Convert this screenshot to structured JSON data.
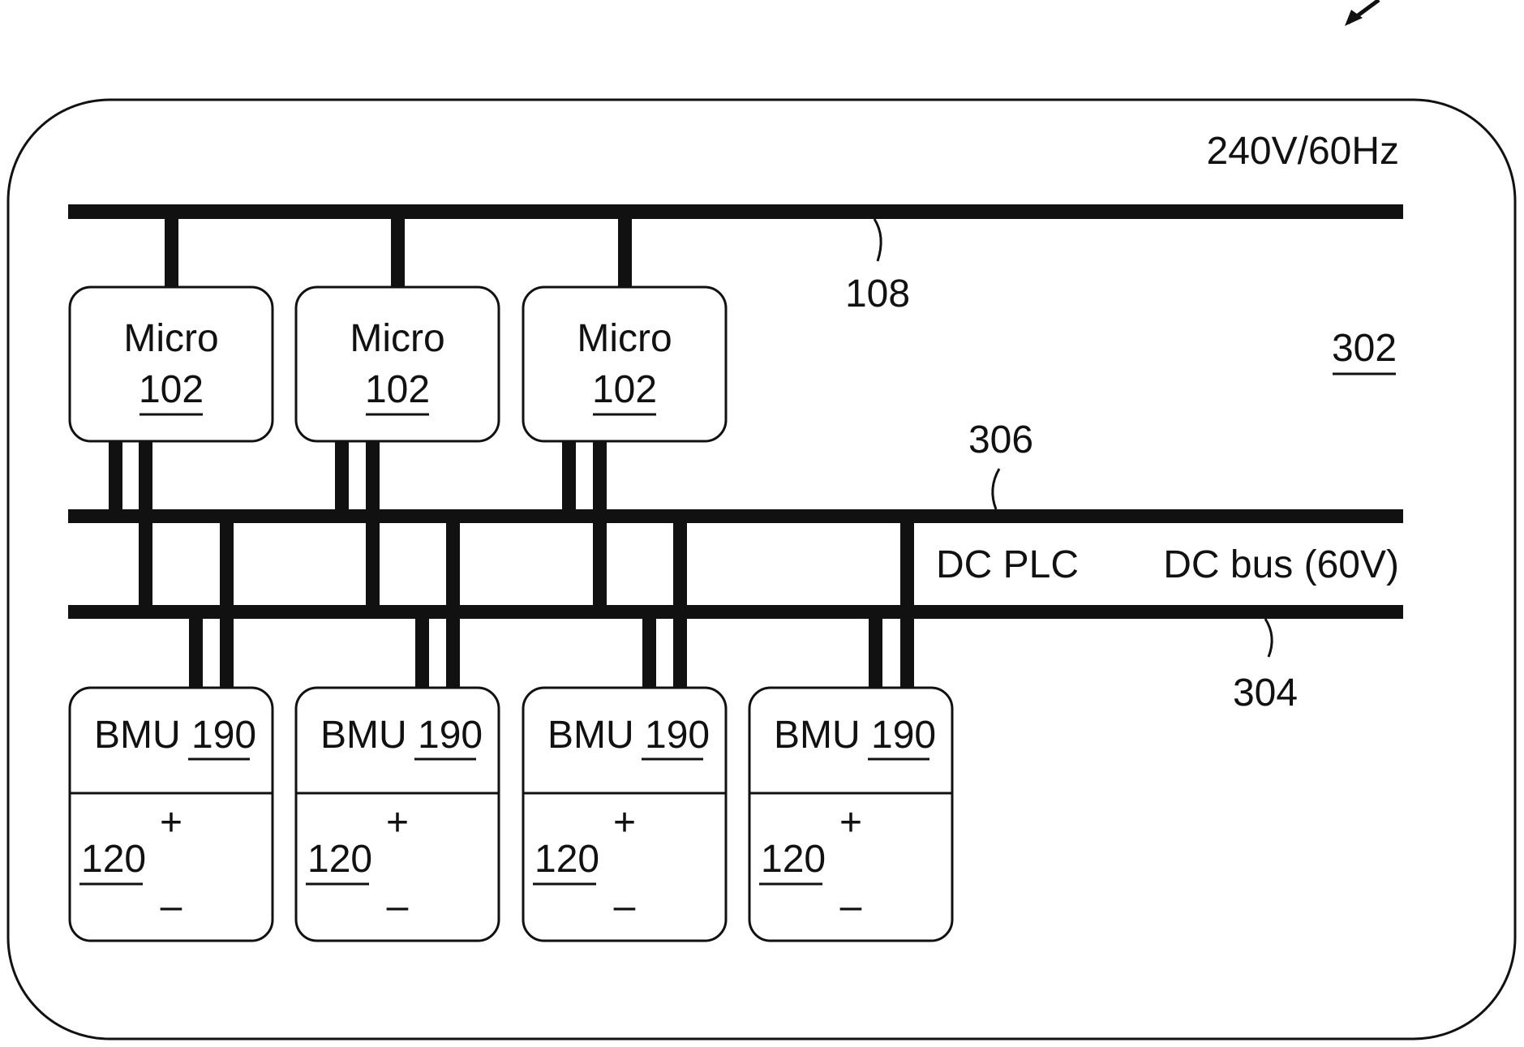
{
  "figure": {
    "ac_label": "240V/60Hz",
    "system_ref": "302",
    "ac_line_ref": "108",
    "plc_line_ref": "306",
    "dc_bus_ref": "304",
    "plc_label": "DC PLC",
    "dc_bus_label": "DC bus (60V)"
  },
  "micros": [
    {
      "name": "Micro",
      "ref": "102"
    },
    {
      "name": "Micro",
      "ref": "102"
    },
    {
      "name": "Micro",
      "ref": "102"
    }
  ],
  "bmus": [
    {
      "name": "BMU",
      "ref": "190",
      "battery_ref": "120",
      "plus": "+",
      "minus": "–"
    },
    {
      "name": "BMU",
      "ref": "190",
      "battery_ref": "120",
      "plus": "+",
      "minus": "–"
    },
    {
      "name": "BMU",
      "ref": "190",
      "battery_ref": "120",
      "plus": "+",
      "minus": "–"
    },
    {
      "name": "BMU",
      "ref": "190",
      "battery_ref": "120",
      "plus": "+",
      "minus": "–"
    }
  ]
}
